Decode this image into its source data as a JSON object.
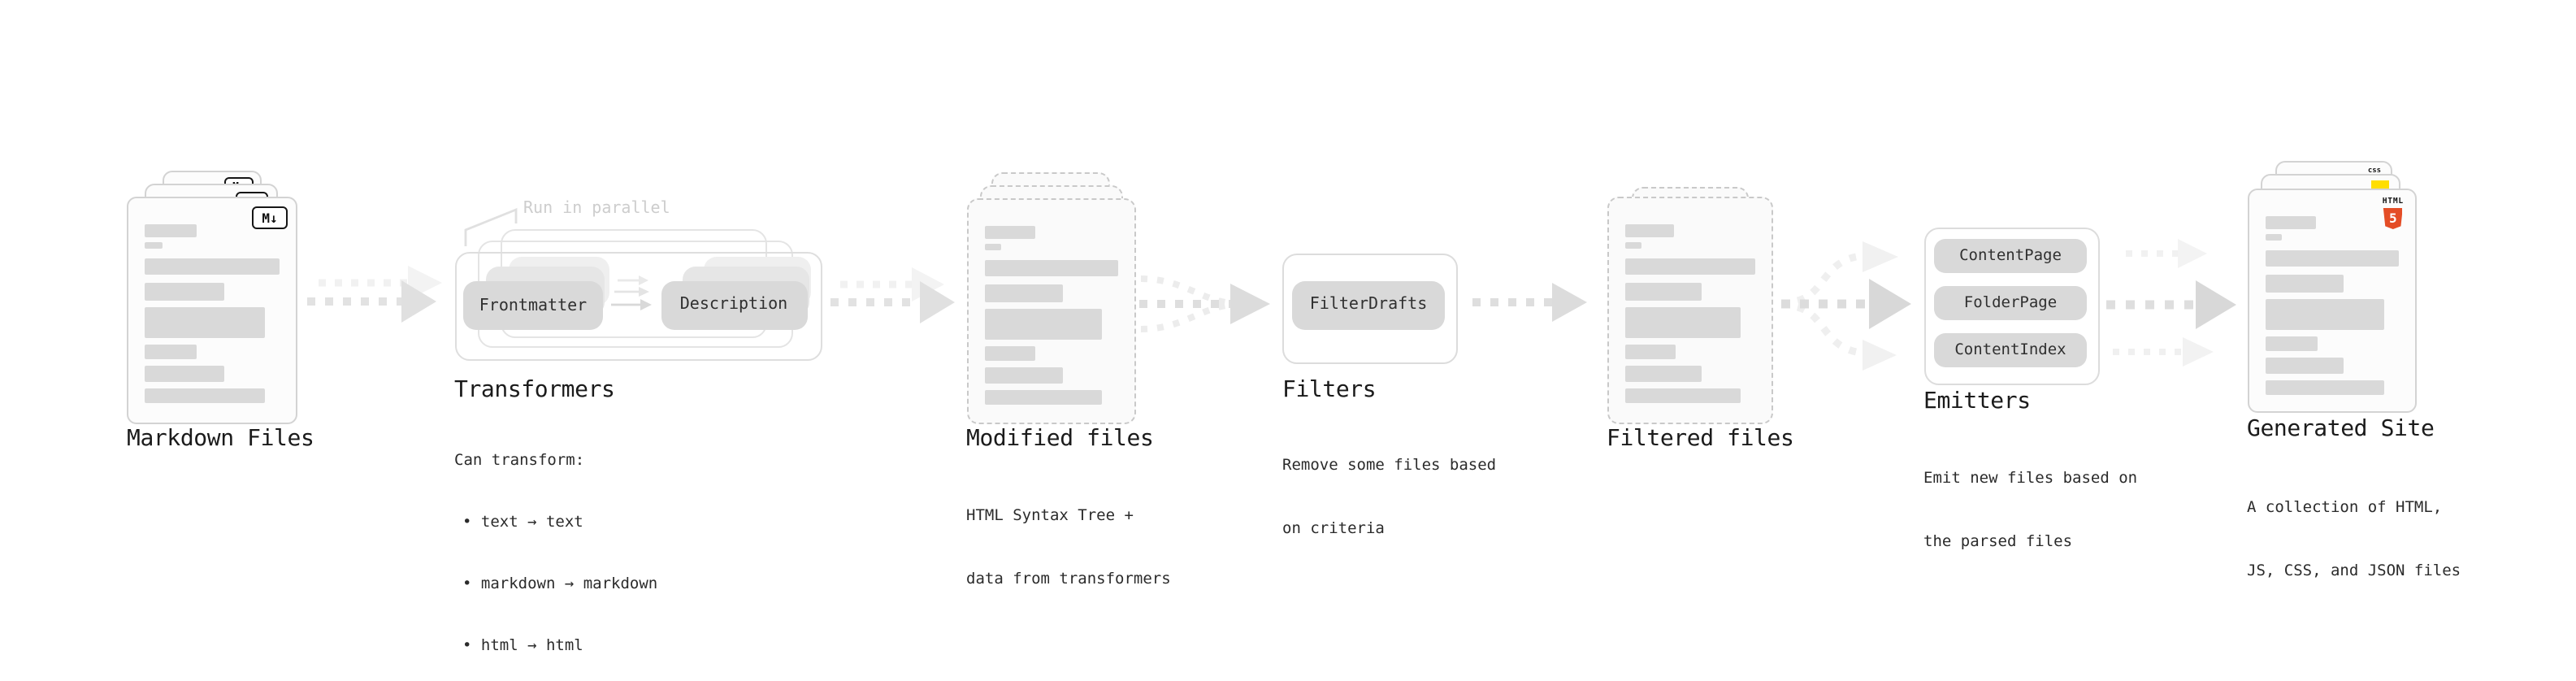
{
  "stages": {
    "markdown_files": {
      "label": "Markdown Files",
      "badge": "M↓"
    },
    "transformers": {
      "title": "Transformers",
      "annotation": "Run in parallel",
      "chips": [
        "Frontmatter",
        "Description"
      ],
      "body_heading": "Can transform:",
      "bullets": [
        "• text → text",
        "• markdown → markdown",
        "• html → html"
      ]
    },
    "modified_files": {
      "label": "Modified files",
      "description_lines": [
        "HTML Syntax Tree +",
        "data from transformers"
      ]
    },
    "filters": {
      "title": "Filters",
      "chip": "FilterDrafts",
      "description_lines": [
        "Remove some files based",
        "on criteria"
      ]
    },
    "filtered_files": {
      "label": "Filtered files"
    },
    "emitters": {
      "title": "Emitters",
      "chips": [
        "ContentPage",
        "FolderPage",
        "ContentIndex"
      ],
      "description_lines": [
        "Emit new files based on",
        "the parsed files"
      ]
    },
    "generated_site": {
      "label": "Generated Site",
      "description_lines": [
        "A collection of HTML,",
        "JS, CSS, and JSON files"
      ],
      "badges": {
        "html_label": "HTML",
        "html_number": "5",
        "css_label": "css"
      }
    }
  },
  "colors": {
    "canvas_bg": "#ffffff",
    "placeholder_bar": "#d9d9d9",
    "chip_bg": "#d9d9d9",
    "card_border": "#d3d3d3",
    "dashed_border": "#c9c9c9",
    "arrow_gray": "#dedede",
    "arrow_faint": "#f0f0f0",
    "annotation_gray": "#cdcdcd",
    "html5_orange": "#e44d26",
    "js_yellow": "#ffde00",
    "css_blue": "#2e6bf0"
  },
  "file_bars": [
    {
      "w": 38,
      "h": 8,
      "mt": 16
    },
    {
      "w": 13,
      "h": 4,
      "mt": 3
    },
    {
      "w": 100,
      "h": 10,
      "mt": 6
    },
    {
      "w": 59,
      "h": 11,
      "mt": 5
    },
    {
      "w": 89,
      "h": 19,
      "mt": 4
    },
    {
      "w": 39,
      "h": 9,
      "mt": 4
    },
    {
      "w": 59,
      "h": 10,
      "mt": 4
    },
    {
      "w": 89,
      "h": 9,
      "mt": 4
    }
  ]
}
